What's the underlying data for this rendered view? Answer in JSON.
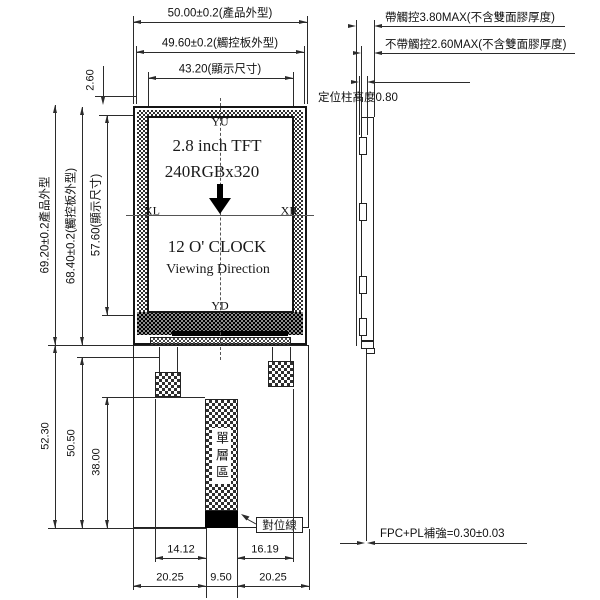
{
  "dims": {
    "w_product": "50.00±0.2(產品外型)",
    "w_touch": "49.60±0.2(觸控板外型)",
    "w_display": "43.20(顯示尺寸)",
    "top_offset": "2.60",
    "h_product": "69.20±0.2產品外型",
    "h_touch": "68.40±0.2(觸控板外型)",
    "h_display": "57.60(顯示尺寸)",
    "fpc_total": "52.30",
    "fpc_inner": "50.50",
    "fpc_strip": "38.00",
    "tail_left": "14.12",
    "tail_right": "16.19",
    "bottom_left": "20.25",
    "bottom_center": "9.50",
    "bottom_right": "20.25"
  },
  "notes": {
    "thickness_touch": "帶觸控3.80MAX(不含雙面膠厚度)",
    "thickness_no_touch": "不帶觸控2.60MAX(不含雙面膠厚度)",
    "post_height": "定位柱高度0.80",
    "fpc_thickness": "FPC+PL補強=0.30±0.03"
  },
  "display": {
    "line1": "2.8 inch TFT",
    "line2": "240RGBx320",
    "clock": "12 O' CLOCK",
    "viewing": "Viewing Direction"
  },
  "axes": {
    "yu": "YU",
    "yd": "YD",
    "xl": "XL",
    "xr": "XR"
  },
  "fpc": {
    "single_layer": "單層區",
    "align_line": "對位線"
  },
  "colors": {
    "line": "#2b2b2b",
    "text": "#111111",
    "mark": "#000000",
    "bg": "#ffffff"
  }
}
